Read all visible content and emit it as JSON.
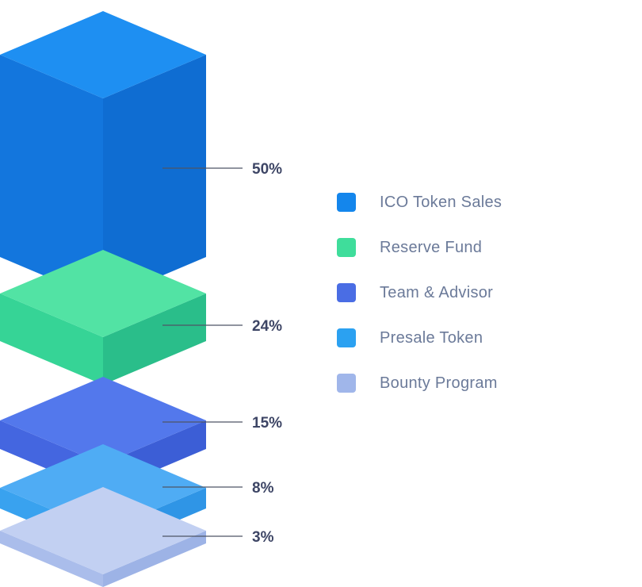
{
  "chart_data": {
    "type": "bar",
    "variant": "isometric-3d-stacked-blocks",
    "orientation": "vertical-exploded-stack",
    "legend_position": "right",
    "background": "#ffffff",
    "categories": [
      "ICO Token Sales",
      "Reserve Fund",
      "Team & Advisor",
      "Presale Token",
      "Bounty Program"
    ],
    "values": [
      50,
      24,
      15,
      8,
      3
    ],
    "value_labels": [
      "50%",
      "24%",
      "15%",
      "8%",
      "3%"
    ],
    "segments": [
      {
        "label": "ICO Token Sales",
        "value": 50,
        "value_label": "50%",
        "colors": {
          "top": "#1E8FF2",
          "left": "#1376DD",
          "right": "#0F6DD2",
          "legend": "#1486EC"
        }
      },
      {
        "label": "Reserve Fund",
        "value": 24,
        "value_label": "24%",
        "colors": {
          "top": "#52E3A4",
          "left": "#36D496",
          "right": "#2ABE8A",
          "legend": "#3FDD9B"
        }
      },
      {
        "label": "Team & Advisor",
        "value": 15,
        "value_label": "15%",
        "colors": {
          "top": "#5378EC",
          "left": "#4466E0",
          "right": "#3C5ED6",
          "legend": "#4A6DE4"
        }
      },
      {
        "label": "Presale Token",
        "value": 8,
        "value_label": "8%",
        "colors": {
          "top": "#4FACF4",
          "left": "#39A2EF",
          "right": "#2F95E6",
          "legend": "#2BA1F1"
        }
      },
      {
        "label": "Bounty Program",
        "value": 3,
        "value_label": "3%",
        "colors": {
          "top": "#C2D0F2",
          "left": "#AABDEB",
          "right": "#9DB3E6",
          "legend": "#A0B6EA"
        }
      }
    ],
    "styles": {
      "value_label_color": "#3D4565",
      "legend_label_color": "#6B7A99",
      "leader_line_color": "#4E5566"
    }
  }
}
